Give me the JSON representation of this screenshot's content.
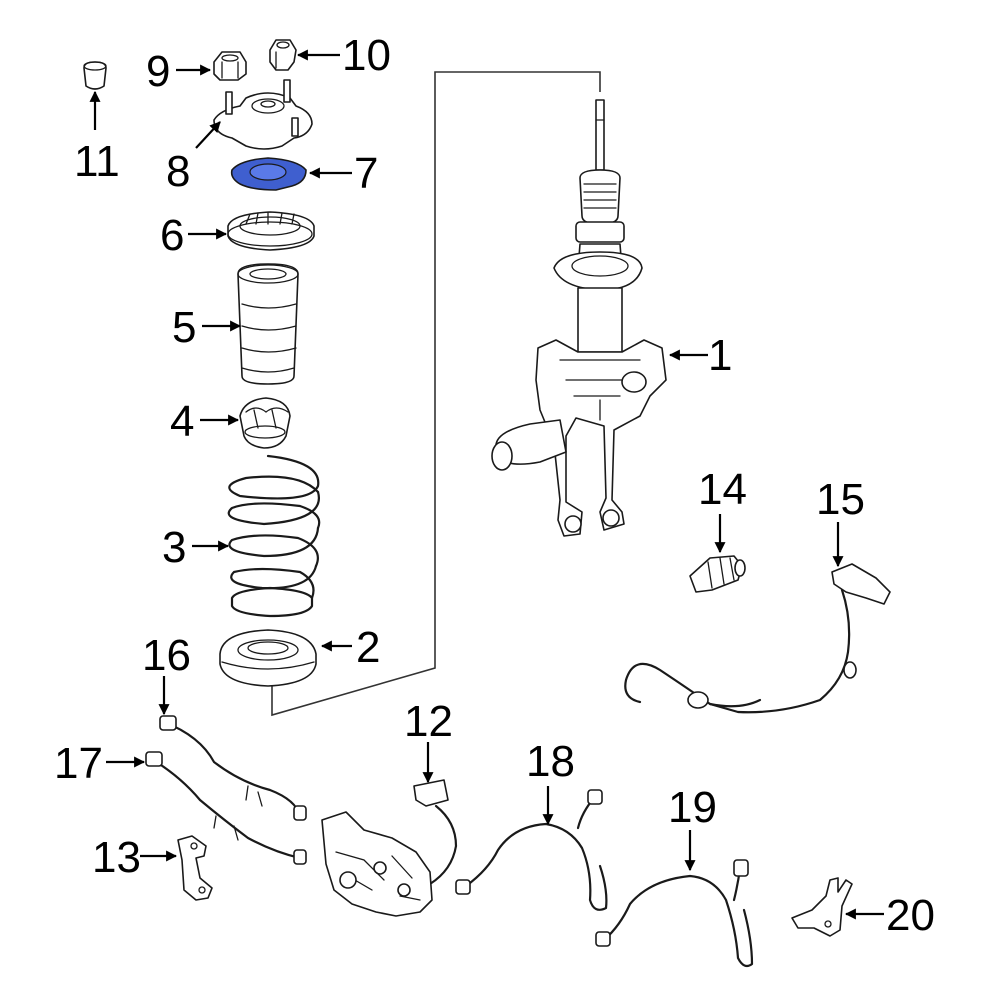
{
  "callouts": [
    {
      "id": "1",
      "label": "1"
    },
    {
      "id": "2",
      "label": "2"
    },
    {
      "id": "3",
      "label": "3"
    },
    {
      "id": "4",
      "label": "4"
    },
    {
      "id": "5",
      "label": "5"
    },
    {
      "id": "6",
      "label": "6"
    },
    {
      "id": "7",
      "label": "7",
      "highlighted": true
    },
    {
      "id": "8",
      "label": "8"
    },
    {
      "id": "9",
      "label": "9"
    },
    {
      "id": "10",
      "label": "10"
    },
    {
      "id": "11",
      "label": "11"
    },
    {
      "id": "12",
      "label": "12"
    },
    {
      "id": "13",
      "label": "13"
    },
    {
      "id": "14",
      "label": "14"
    },
    {
      "id": "15",
      "label": "15"
    },
    {
      "id": "16",
      "label": "16"
    },
    {
      "id": "17",
      "label": "17"
    },
    {
      "id": "18",
      "label": "18"
    },
    {
      "id": "19",
      "label": "19"
    },
    {
      "id": "20",
      "label": "20"
    }
  ],
  "colors": {
    "highlight": "#3f5fcf",
    "line": "#1a1a1a",
    "background": "#ffffff"
  }
}
